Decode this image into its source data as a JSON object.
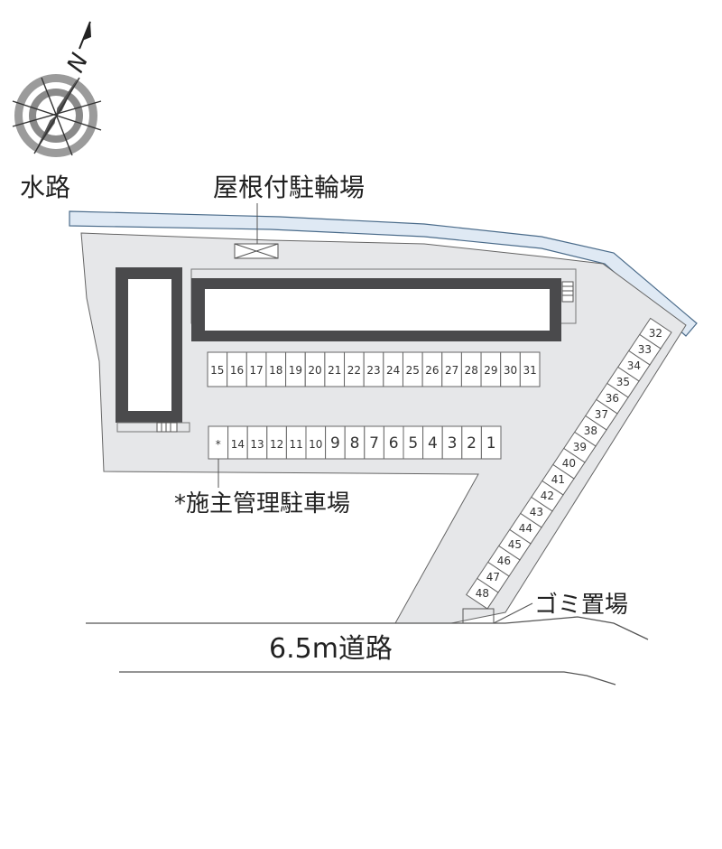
{
  "labels": {
    "north": "N",
    "water": "水路",
    "bike_roof": "屋根付駐輪場",
    "owner_parking": "*施主管理駐車場",
    "trash": "ゴミ置場",
    "road": "6.5m道路",
    "owner_mark": "*"
  },
  "rows": {
    "upper": [
      "15",
      "16",
      "17",
      "18",
      "19",
      "20",
      "21",
      "22",
      "23",
      "24",
      "25",
      "26",
      "27",
      "28",
      "29",
      "30",
      "31"
    ],
    "lower": [
      "14",
      "13",
      "12",
      "11",
      "10",
      "9",
      "8",
      "7",
      "6",
      "5",
      "4",
      "3",
      "2",
      "1"
    ],
    "diagonal": [
      "32",
      "33",
      "34",
      "35",
      "36",
      "37",
      "38",
      "39",
      "40",
      "41",
      "42",
      "43",
      "44",
      "45",
      "46",
      "47",
      "48"
    ]
  },
  "colors": {
    "lot": "#e6e7e9",
    "water": "#dfe9f4",
    "building": "#4a4a4c",
    "line": "#555555"
  }
}
